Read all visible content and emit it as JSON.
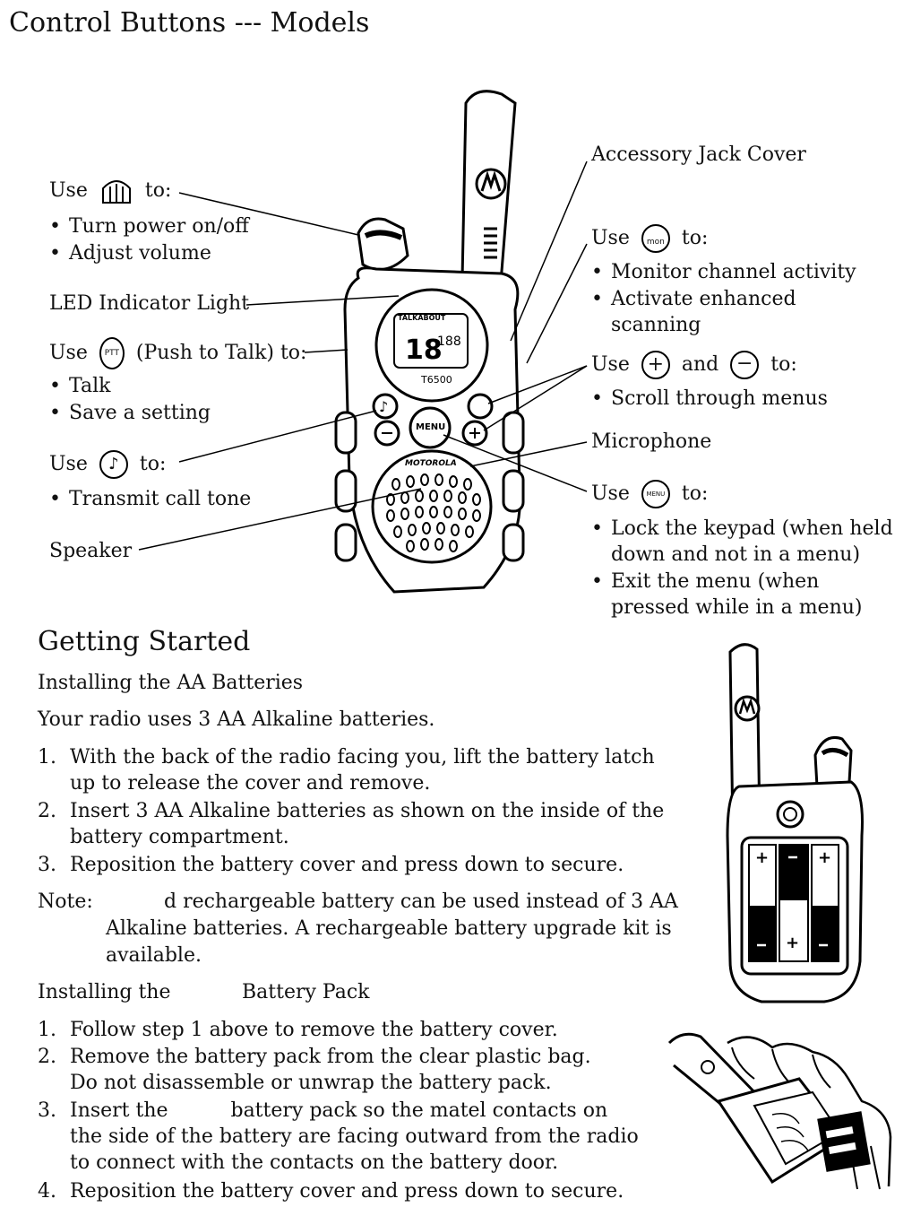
{
  "page_title": "Control Buttons --- Models",
  "callouts": {
    "power": {
      "use": "Use",
      "to": "to:",
      "items": [
        "Turn power on/off",
        "Adjust volume"
      ]
    },
    "led": "LED Indicator Light",
    "ptt": {
      "use": "Use",
      "icon_text": "PTT",
      "paren": "(Push to Talk) to:",
      "items": [
        "Talk",
        "Save a setting"
      ]
    },
    "call_tone": {
      "use": "Use",
      "to": "to:",
      "items": [
        "Transmit call tone"
      ]
    },
    "speaker": "Speaker",
    "accessory": "Accessory Jack Cover",
    "monitor": {
      "use": "Use",
      "icon_text": "mon",
      "to": "to:",
      "items": [
        "Monitor channel activity",
        "Activate enhanced",
        "scanning"
      ]
    },
    "plusminus": {
      "use": "Use",
      "and": "and",
      "to": "to:",
      "items": [
        "Scroll through menus"
      ]
    },
    "microphone": "Microphone",
    "menu": {
      "use": "Use",
      "icon_text": "MENU",
      "to": "to:",
      "items": [
        "Lock the keypad (when held",
        "down and not in a menu)",
        "Exit the menu (when",
        "pressed while in a menu)"
      ]
    }
  },
  "radio": {
    "brand": "MOTOROLA",
    "display_brand": "TALKABOUT",
    "model": "T6500",
    "menu_btn": "MENU"
  },
  "getting_started": {
    "heading": "Getting Started",
    "aa_title": "Installing the AA Batteries",
    "aa_intro": "Your radio uses 3 AA Alkaline batteries.",
    "aa_steps": [
      {
        "n": "1.",
        "lines": [
          "With the back of the radio facing you, lift the battery latch",
          "up to release the cover and remove."
        ]
      },
      {
        "n": "2.",
        "lines": [
          "Insert 3 AA Alkaline batteries as shown on the inside of the",
          "battery compartment."
        ]
      },
      {
        "n": "3.",
        "lines": [
          "Reposition the battery cover and press down to secure."
        ]
      }
    ],
    "note_label": "Note:",
    "note_lines": [
      "d rechargeable battery can be used instead of 3 AA",
      "Alkaline batteries. A rechargeable battery upgrade kit is",
      "available."
    ],
    "pack_title_a": "Installing the",
    "pack_title_b": "Battery Pack",
    "pack_steps": [
      {
        "n": "1.",
        "lines": [
          "Follow step 1 above to remove the battery cover."
        ]
      },
      {
        "n": "2.",
        "lines": [
          "Remove the battery pack from the clear plastic bag.",
          "Do not disassemble or unwrap the battery pack."
        ]
      },
      {
        "n": "3.",
        "lines": [
          "Insert the          battery pack so the matel contacts on",
          "the side of the battery are facing outward from the radio",
          "to connect with the contacts on the battery door."
        ]
      },
      {
        "n": "4.",
        "lines": [
          "Reposition the battery cover and press down to secure."
        ]
      }
    ]
  }
}
